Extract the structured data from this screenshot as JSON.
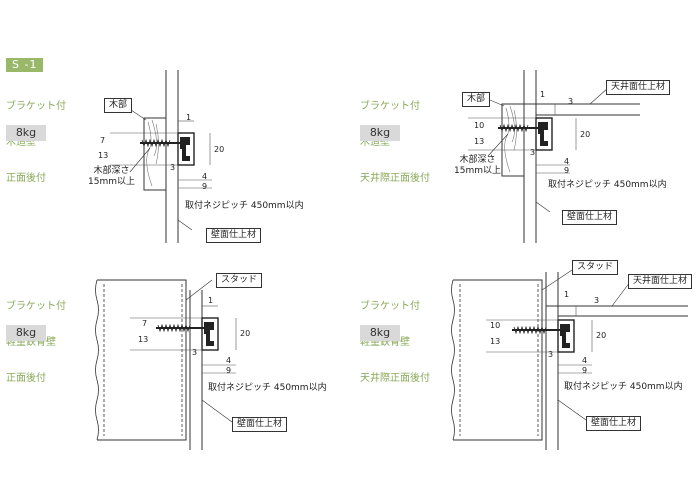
{
  "section_tag": "S -1",
  "panels": [
    {
      "caption": [
        "ブラケット付",
        "木造壁",
        "正面後付"
      ],
      "weight": "8kg",
      "labels": {
        "wood": "木部",
        "depth_line1": "木部深さ",
        "depth_line2": "15mm以上",
        "pitch": "取付ネジピッチ 450mm以内",
        "wall_finish": "壁面仕上材"
      },
      "dims": {
        "top": "1",
        "upper": "7",
        "lower": "13",
        "height": "20",
        "gap": "3",
        "d4": "4",
        "d9": "9"
      }
    },
    {
      "caption": [
        "ブラケット付",
        "木造壁",
        "天井際正面後付"
      ],
      "weight": "8kg",
      "labels": {
        "wood": "木部",
        "ceiling_finish": "天井面仕上材",
        "depth_line1": "木部深さ",
        "depth_line2": "15mm以上",
        "pitch": "取付ネジピッチ 450mm以内",
        "wall_finish": "壁面仕上材"
      },
      "dims": {
        "top": "1",
        "ceiling_gap": "3",
        "upper": "10",
        "lower": "13",
        "height": "20",
        "gap": "3",
        "d4": "4",
        "d9": "9"
      }
    },
    {
      "caption": [
        "ブラケット付",
        "軽量鉄骨壁",
        "正面後付"
      ],
      "weight": "8kg",
      "labels": {
        "stud": "スタッド",
        "pitch": "取付ネジピッチ 450mm以内",
        "wall_finish": "壁面仕上材"
      },
      "dims": {
        "top": "1",
        "upper": "7",
        "lower": "13",
        "height": "20",
        "gap": "3",
        "d4": "4",
        "d9": "9"
      }
    },
    {
      "caption": [
        "ブラケット付",
        "軽量鉄骨壁",
        "天井際正面後付"
      ],
      "weight": "8kg",
      "labels": {
        "stud": "スタッド",
        "ceiling_finish": "天井面仕上材",
        "pitch": "取付ネジピッチ 450mm以内",
        "wall_finish": "壁面仕上材"
      },
      "dims": {
        "top": "1",
        "ceiling_gap": "3",
        "upper": "10",
        "lower": "13",
        "height": "20",
        "gap": "3",
        "d4": "4",
        "d9": "9"
      }
    }
  ]
}
